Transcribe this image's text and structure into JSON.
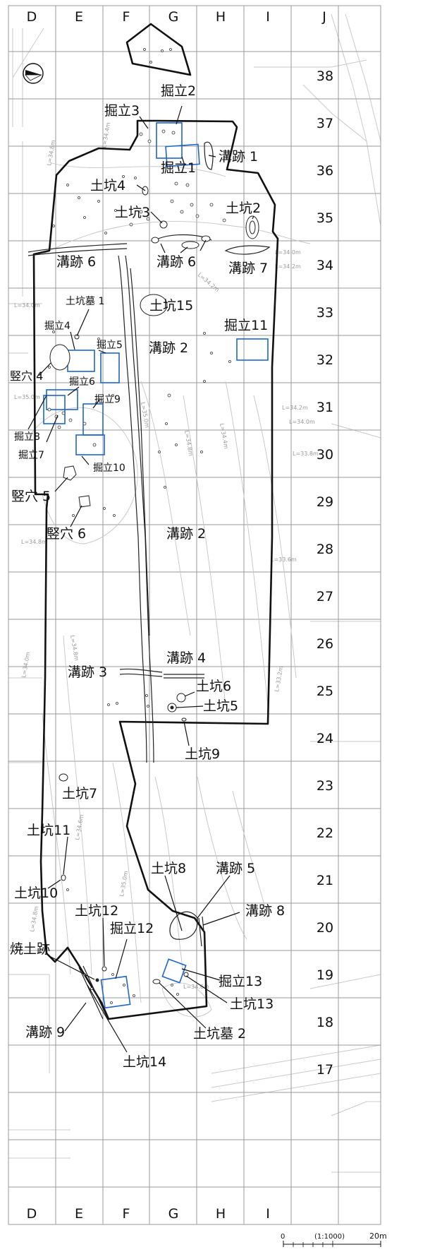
{
  "grid": {
    "columns": [
      "D",
      "E",
      "F",
      "G",
      "H",
      "I",
      "J"
    ],
    "rows": [
      "38",
      "37",
      "36",
      "35",
      "34",
      "33",
      "32",
      "31",
      "30",
      "29",
      "28",
      "27",
      "26",
      "25",
      "24",
      "23",
      "22",
      "21",
      "20",
      "19",
      "18",
      "17"
    ]
  },
  "scale": {
    "zero": "0",
    "ratio": "(1:1000)",
    "end": "20m"
  },
  "features": {
    "hottate2": "掘立2",
    "hottate3": "掘立3",
    "hottate1": "掘立1",
    "mizo1": "溝跡 1",
    "dokou4": "土坑4",
    "dokou3": "土坑3",
    "dokou2": "土坑2",
    "mizo6a": "溝跡 6",
    "mizo6b": "溝跡 6",
    "mizo7": "溝跡 7",
    "dokoubo1": "土坑墓 1",
    "dokou15": "土坑15",
    "hottate11": "掘立11",
    "hottate4": "掘立4",
    "hottate5": "掘立5",
    "mizo2a": "溝跡 2",
    "tateana4": "竪穴 4",
    "hottate6": "掘立6",
    "hottate9": "掘立9",
    "hottate8": "掘立8",
    "hottate7": "掘立7",
    "hottate10": "掘立10",
    "tateana5": "竪穴 5",
    "tateana6": "竪穴 6",
    "mizo2b": "溝跡 2",
    "mizo4": "溝跡 4",
    "mizo3": "溝跡 3",
    "dokou6": "土坑6",
    "dokou5": "土坑5",
    "dokou9": "土坑9",
    "dokou7": "土坑7",
    "dokou11": "土坑11",
    "dokou8": "土坑8",
    "mizo5": "溝跡 5",
    "dokou10": "土坑10",
    "dokou12": "土坑12",
    "hottate12": "掘立12",
    "mizo8": "溝跡 8",
    "shodo": "焼土跡",
    "hottate13": "掘立13",
    "dokou13": "土坑13",
    "mizo9": "溝跡 9",
    "dokoubo2": "土坑墓 2",
    "dokou14": "土坑14"
  },
  "contours": {
    "c1": "L=34.0m",
    "c2": "L=34.2m",
    "c3": "L=34.4m",
    "c4": "L=34.6m",
    "c5": "L=34.8m",
    "c6": "L=35.0m",
    "c7": "L=33.6m",
    "c8": "L=33.8m",
    "c9": "L=33.2m",
    "c10": "L=33.4m"
  },
  "north_arrow": "north-arrow-icon"
}
